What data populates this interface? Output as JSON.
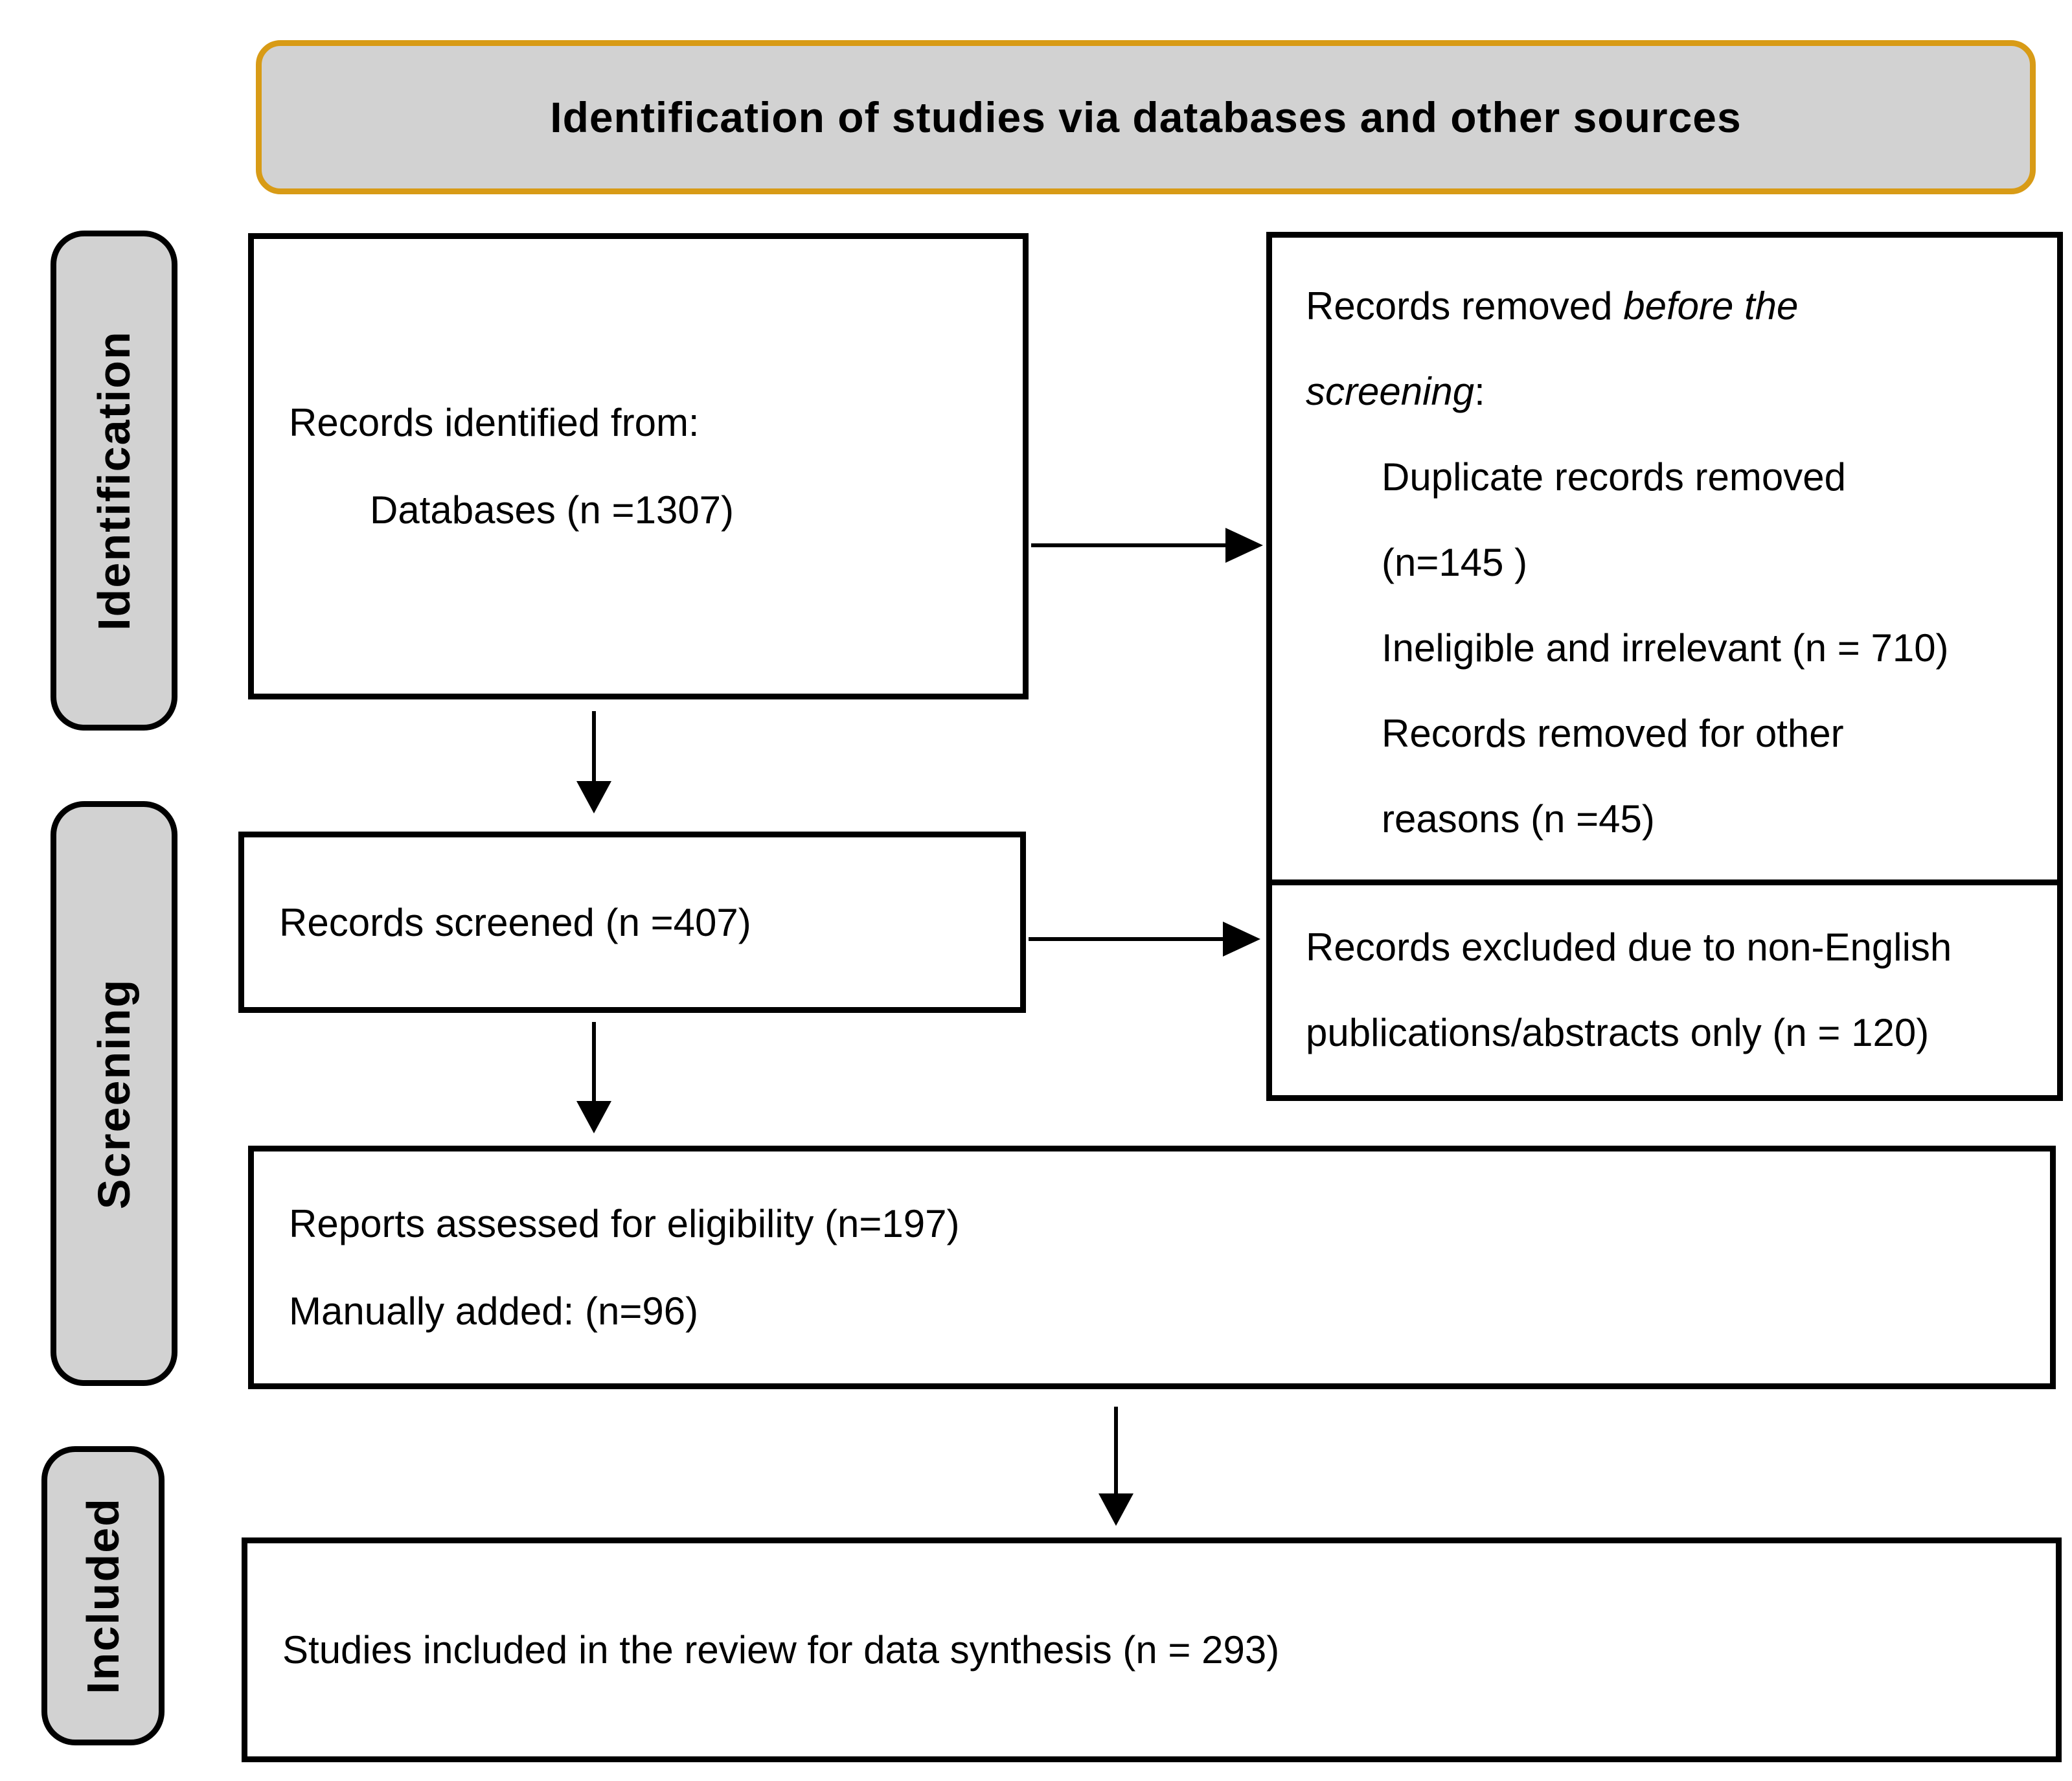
{
  "header": {
    "title": "Identification of studies via databases and other sources"
  },
  "sidebar": {
    "identification_label": "Identification",
    "screening_label": "Screening",
    "included_label": "Included"
  },
  "boxes": {
    "identified": {
      "line1": "Records identified from:",
      "line2": "Databases (n =1307)"
    },
    "removed": {
      "line1_normal": "Records removed ",
      "line1_italic": "before the",
      "line2_italic": "screening",
      "line2_normal": ":",
      "item1_line1": "Duplicate records removed",
      "item1_line2": "(n=145 )",
      "item2": "Ineligible and irrelevant (n = 710)",
      "item3_line1": "Records removed for other",
      "item3_line2": "reasons (n =45)"
    },
    "screened": {
      "line1": "Records screened (n =407)"
    },
    "excluded": {
      "line1": "Records excluded due to non-English",
      "line2": "publications/abstracts only (n = 120)"
    },
    "assessed": {
      "line1": "Reports assessed for eligibility (n=197)",
      "line2": "Manually added: (n=96)"
    },
    "included": {
      "line1": "Studies included in the review for data synthesis (n = 293)"
    }
  },
  "colors": {
    "header_border": "#D89B16",
    "panel_fill": "#D2D2D2",
    "box_border": "#000000",
    "arrow": "#000000",
    "background": "#FFFFFF",
    "text": "#000000"
  }
}
